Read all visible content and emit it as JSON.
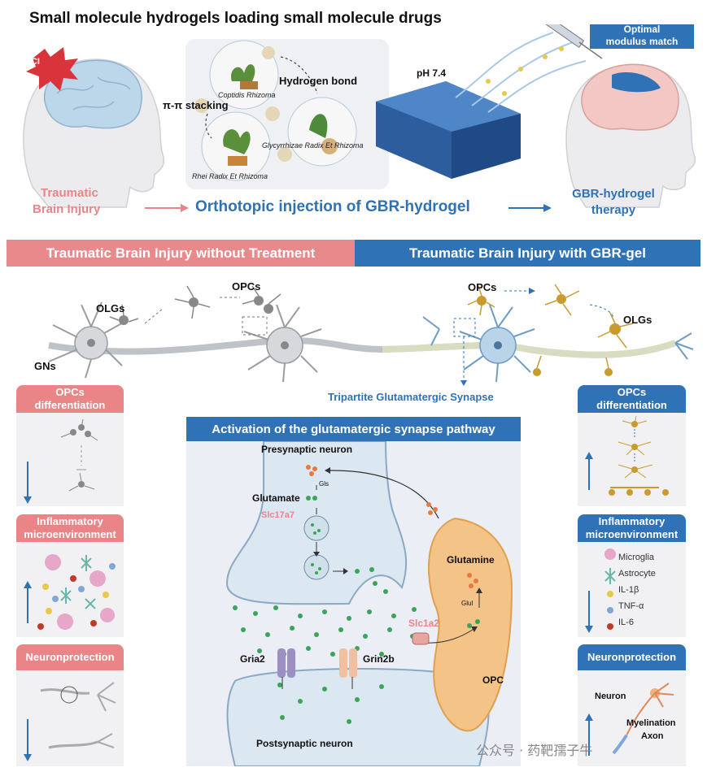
{
  "title": "Small molecule hydrogels loading small molecule drugs",
  "top": {
    "cci": "CCI",
    "tbi_label": "Traumatic\nBrain Injury",
    "hydrogen_bond": "Hydrogen bond",
    "pi_stacking": "π-π stacking",
    "coptidis": "Coptidis Rhizoma",
    "glycyrrhizae": "Glycyrrhizae Radix Et Rhizoma",
    "rhei": "Rhei Radix Et Rhizoma",
    "ph": "pH 7.4",
    "orthotopic": "Orthotopic injection of GBR-hydrogel",
    "optimal": "Optimal\nmodulus match",
    "therapy": "GBR-hydrogel\ntherapy"
  },
  "bars": {
    "left": "Traumatic Brain Injury without Treatment",
    "right": "Traumatic Brain Injury with GBR-gel"
  },
  "neurons": {
    "olgs_left": "OLGs",
    "opcs_left": "OPCs",
    "gns": "GNs",
    "opcs_right": "OPCs",
    "olgs_right": "OLGs",
    "tripartite": "Tripartite Glutamatergic Synapse"
  },
  "left_panels": {
    "opcs_diff": "OPCs\ndifferentiation",
    "inflammatory": "Inflammatory\nmicroenvironment",
    "neuroprotection": "Neuronprotection"
  },
  "right_panels": {
    "opcs_diff": "OPCs\ndifferentiation",
    "inflammatory": "Inflammatory\nmicroenvironment",
    "legend": [
      "Microglia",
      "Astrocyte",
      "IL-1β",
      "TNF-α",
      "IL-6"
    ],
    "neuroprotection": "Neuronprotection",
    "neuron": "Neuron",
    "myelination": "Myelination",
    "axon": "Axon"
  },
  "center": {
    "head": "Activation of the glutamatergic synapse pathway",
    "presynaptic": "Presynaptic neuron",
    "glutamate": "Glutamate",
    "gls": "Gls",
    "slc17a7": "Slc17a7",
    "glutamine": "Glutamine",
    "glul": "Glul",
    "slc1a2": "Slc1a2",
    "gria2": "Gria2",
    "grin2b": "Grin2b",
    "opc": "OPC",
    "postsynaptic": "Postsynaptic neuron"
  },
  "watermark": "公众号 · 药靶孺子牛",
  "colors": {
    "pink": "#e98587",
    "blue": "#2f72b5",
    "gold": "#c99a2e",
    "green": "#3aa55a"
  }
}
